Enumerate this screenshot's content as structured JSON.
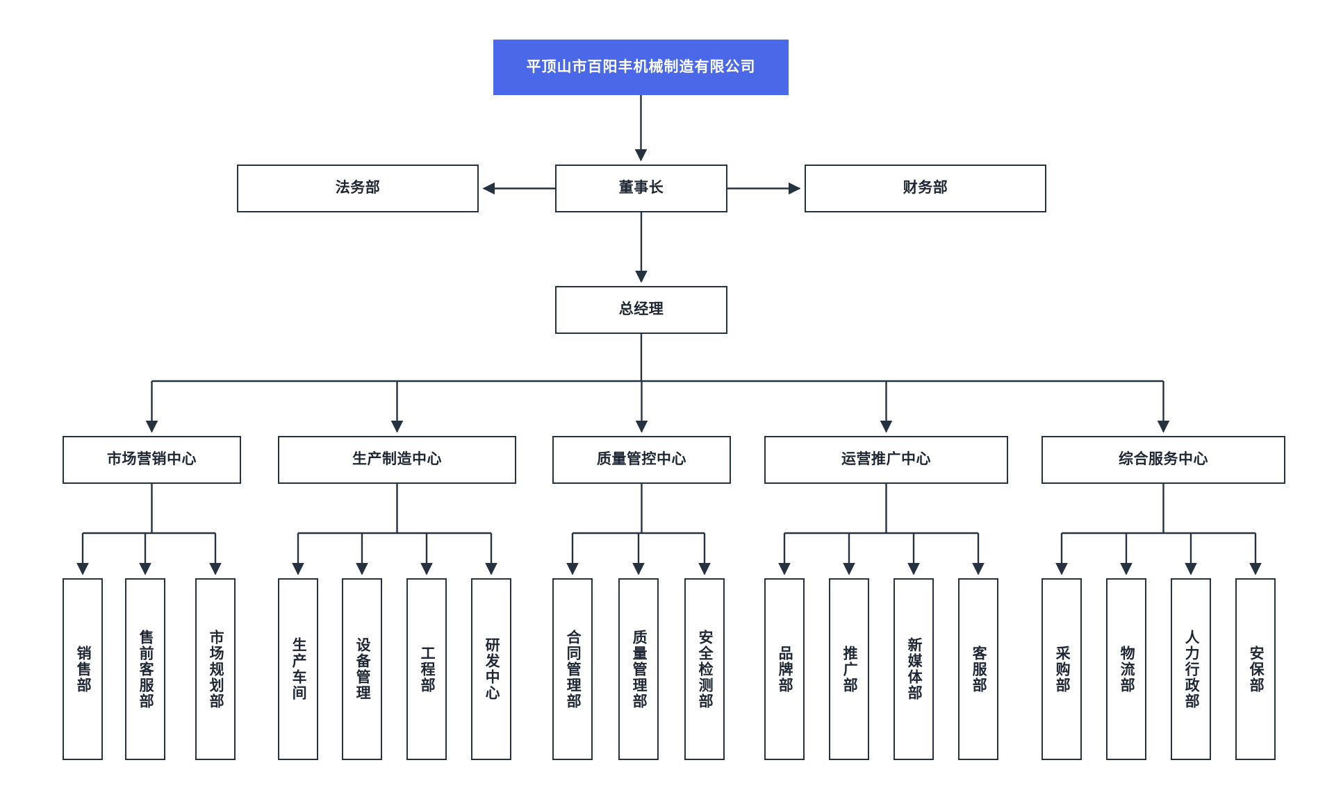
{
  "diagram": {
    "type": "org-chart",
    "title": "平顶山市百阳丰机械制造有限公司",
    "colors": {
      "root_fill": "#4a68e8",
      "root_text": "#ffffff",
      "node_border": "#263240",
      "node_fill": "#ffffff",
      "node_text": "#1f2633",
      "connector": "#263240",
      "background": "#ffffff"
    },
    "root": {
      "label": "平顶山市百阳丰机械制造有限公司"
    },
    "level2": {
      "left": {
        "label": "法务部"
      },
      "center": {
        "label": "董事长"
      },
      "right": {
        "label": "财务部"
      }
    },
    "level3": {
      "label": "总经理"
    },
    "centers": [
      {
        "label": "市场营销中心",
        "children": [
          {
            "label": "销售部"
          },
          {
            "label": "售前客服部"
          },
          {
            "label": "市场规划部"
          }
        ]
      },
      {
        "label": "生产制造中心",
        "children": [
          {
            "label": "生产车间"
          },
          {
            "label": "设备管理"
          },
          {
            "label": "工程部"
          },
          {
            "label": "研发中心"
          }
        ]
      },
      {
        "label": "质量管控中心",
        "children": [
          {
            "label": "合同管理部"
          },
          {
            "label": "质量管理部"
          },
          {
            "label": "安全检测部"
          }
        ]
      },
      {
        "label": "运营推广中心",
        "children": [
          {
            "label": "品牌部"
          },
          {
            "label": "推广部"
          },
          {
            "label": "新媒体部"
          },
          {
            "label": "客服部"
          }
        ]
      },
      {
        "label": "综合服务中心",
        "children": [
          {
            "label": "采购部"
          },
          {
            "label": "物流部"
          },
          {
            "label": "人力行政部"
          },
          {
            "label": "安保部"
          }
        ]
      }
    ]
  }
}
